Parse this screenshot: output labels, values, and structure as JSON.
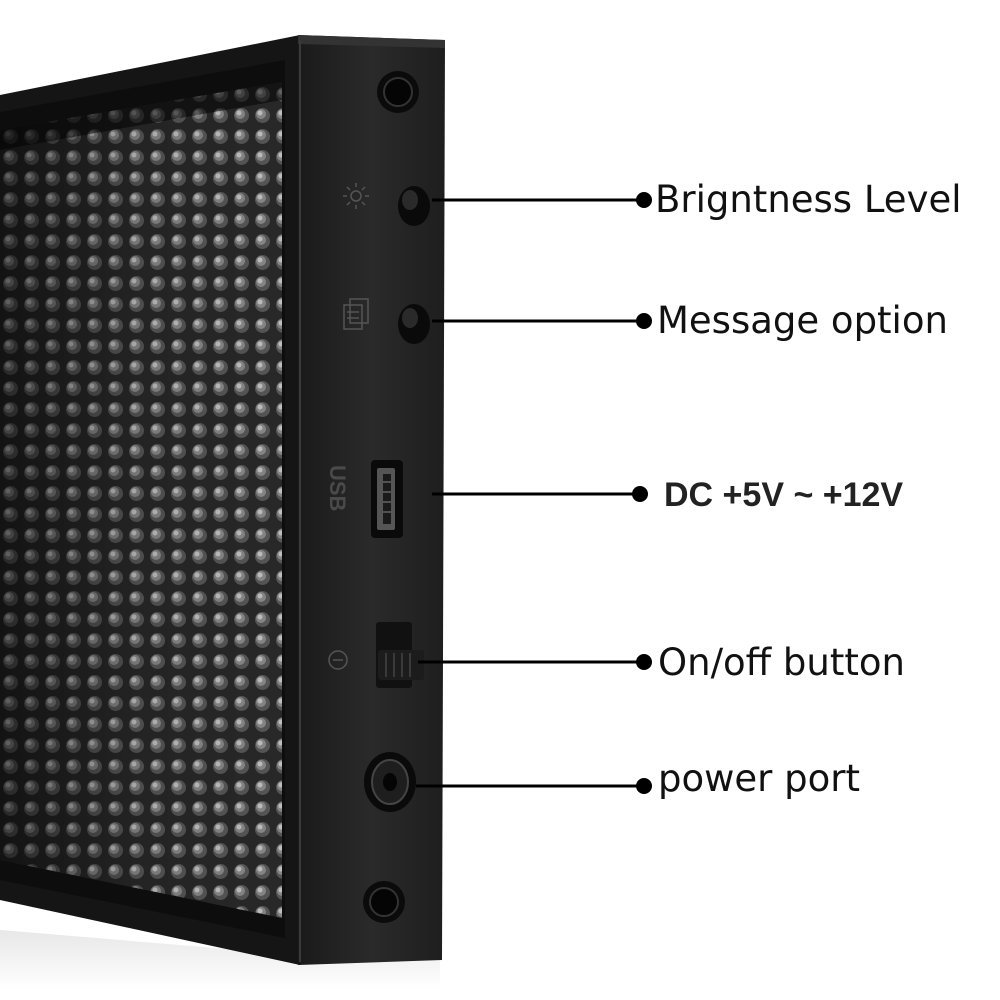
{
  "callouts": [
    {
      "id": "brightness",
      "label": "Brigntness Level"
    },
    {
      "id": "message",
      "label": "Message option"
    },
    {
      "id": "dc",
      "label": "DC +5V ~ +12V"
    },
    {
      "id": "onoff",
      "label": "On/off button"
    },
    {
      "id": "power",
      "label": "power port"
    }
  ],
  "side_panel_markings": {
    "usb": "USB"
  },
  "icons": {
    "brightness_button": "sun-icon",
    "message_button": "document-stack-icon",
    "power_switch": "power-symbol-icon"
  },
  "colors": {
    "frame": "#1b1b1b",
    "led_panel": "#2e2e2e",
    "led_highlight": "#b4b4b4",
    "callout_line": "#000000",
    "background": "#ffffff"
  }
}
